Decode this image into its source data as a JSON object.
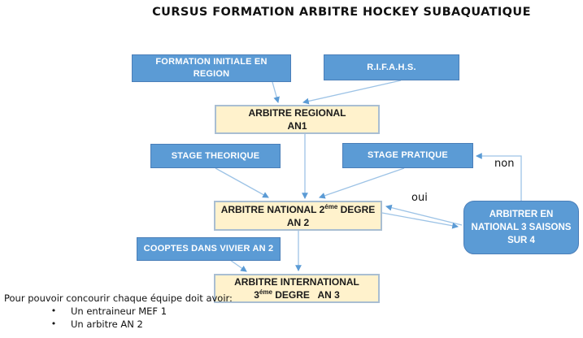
{
  "title": "CURSUS FORMATION ARBITRE HOCKEY SUBAQUATIQUE",
  "colors": {
    "box_blue_fill": "#5B9BD5",
    "box_blue_border": "#4A7EB8",
    "box_yellow_fill": "#FFF2CC",
    "box_yellow_border": "#A9BED2",
    "connector_line": "#9DC3E6",
    "arrowhead": "#5B9BD5",
    "text_dark": "#111111",
    "text_light": "#FFFFFF"
  },
  "nodes": {
    "formation_initiale": {
      "line1": "FORMATION INITIALE EN",
      "line2": "REGION"
    },
    "rifahs": {
      "label": "R.I.F.A.H.S."
    },
    "arbitre_regional": {
      "line1": "ARBITRE REGIONAL",
      "line2": "AN1"
    },
    "stage_theorique": {
      "label": "STAGE THEORIQUE"
    },
    "stage_pratique": {
      "label": "STAGE PRATIQUE"
    },
    "arbitre_national": {
      "line1_pre": "ARBITRE NATIONAL 2",
      "line1_sup": "éme",
      "line1_post": " DEGRE",
      "line2": "AN 2"
    },
    "cooptes": {
      "label": "COOPTES DANS VIVIER AN 2"
    },
    "arbitre_international": {
      "line1": "ARBITRE INTERNATIONAL",
      "line2_pre": "3",
      "line2_sup": "éme",
      "line2_post": " DEGRE   AN 3"
    },
    "arbitrer_en_national": {
      "line1": "ARBITRER EN",
      "line2": "NATIONAL 3 SAISONS",
      "line3": "SUR 4"
    }
  },
  "edge_labels": {
    "oui": "oui",
    "non": "non"
  },
  "footnote": {
    "intro": "Pour pouvoir concourir chaque équipe doit avoir:",
    "bullet_glyph": "•",
    "bullets": [
      "Un entraineur MEF 1",
      "Un arbitre AN 2"
    ]
  }
}
